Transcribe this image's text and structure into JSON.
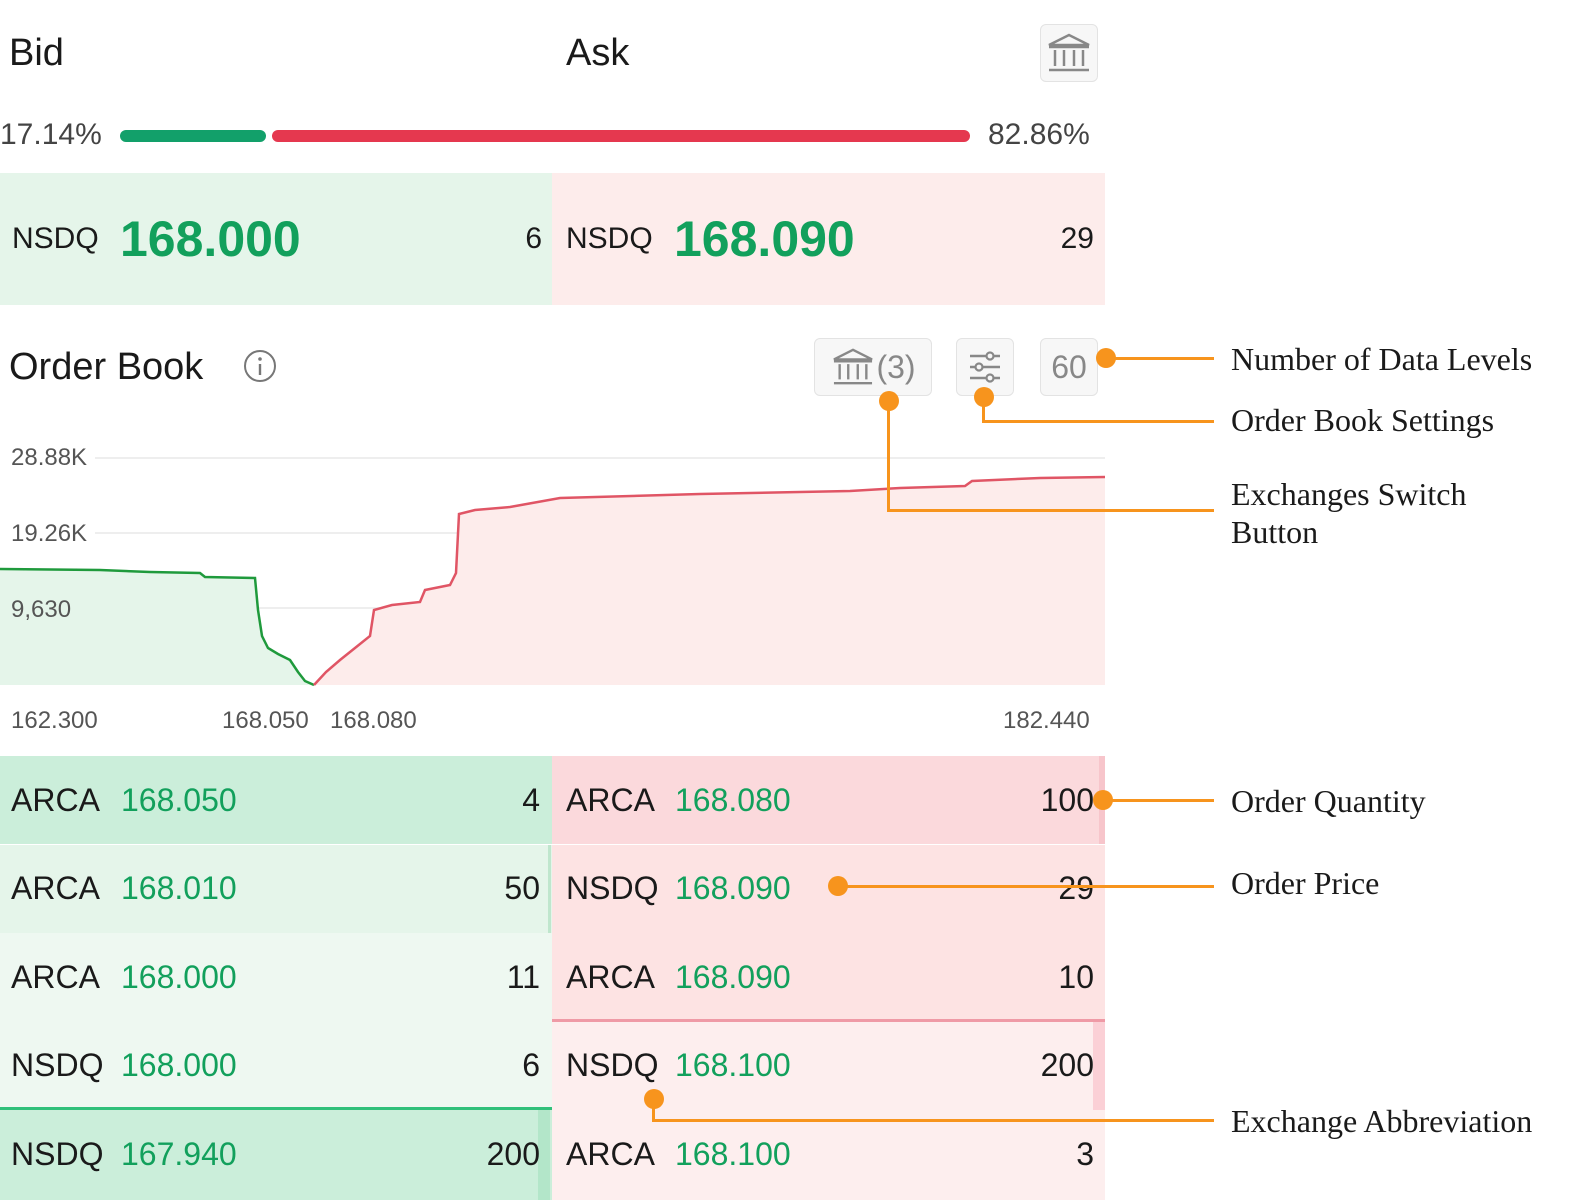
{
  "header": {
    "bid_label": "Bid",
    "ask_label": "Ask",
    "exchange_icon": "bank-icon"
  },
  "ratio": {
    "bid_percent": "17.14%",
    "ask_percent": "82.86%",
    "bid_fraction": 0.1714,
    "bid_color": "#12a06a",
    "ask_color": "#e5384f"
  },
  "best_quote": {
    "bid": {
      "exchange": "NSDQ",
      "price": "168.000",
      "qty": "6"
    },
    "ask": {
      "exchange": "NSDQ",
      "price": "168.090",
      "qty": "29"
    }
  },
  "order_book": {
    "title": "Order Book",
    "exchanges_count": "(3)",
    "levels": "60",
    "icons": {
      "info": "info-icon",
      "exchanges": "bank-icon",
      "settings": "sliders-icon"
    }
  },
  "chart_data": {
    "type": "area",
    "y_ticks": [
      "28.88K",
      "19.26K",
      "9,630"
    ],
    "x_ticks": [
      "162.300",
      "168.050",
      "168.080",
      "182.440"
    ],
    "bid_series_color": "#1f9a3c",
    "ask_series_color": "#e05565"
  },
  "rows": [
    {
      "bid": {
        "exchange": "ARCA",
        "price": "168.050",
        "qty": "4"
      },
      "ask": {
        "exchange": "ARCA",
        "price": "168.080",
        "qty": "100"
      }
    },
    {
      "bid": {
        "exchange": "ARCA",
        "price": "168.010",
        "qty": "50"
      },
      "ask": {
        "exchange": "NSDQ",
        "price": "168.090",
        "qty": "29"
      }
    },
    {
      "bid": {
        "exchange": "ARCA",
        "price": "168.000",
        "qty": "11"
      },
      "ask": {
        "exchange": "ARCA",
        "price": "168.090",
        "qty": "10"
      }
    },
    {
      "bid": {
        "exchange": "NSDQ",
        "price": "168.000",
        "qty": "6"
      },
      "ask": {
        "exchange": "NSDQ",
        "price": "168.100",
        "qty": "200"
      }
    },
    {
      "bid": {
        "exchange": "NSDQ",
        "price": "167.940",
        "qty": "200"
      },
      "ask": {
        "exchange": "ARCA",
        "price": "168.100",
        "qty": "3"
      }
    }
  ],
  "annotations": {
    "levels": "Number of Data Levels",
    "settings": "Order Book Settings",
    "exchanges_line1": "Exchanges Switch",
    "exchanges_line2": "Button",
    "quantity": "Order Quantity",
    "price": "Order Price",
    "abbreviation": "Exchange Abbreviation",
    "accent_color": "#f7941d"
  }
}
